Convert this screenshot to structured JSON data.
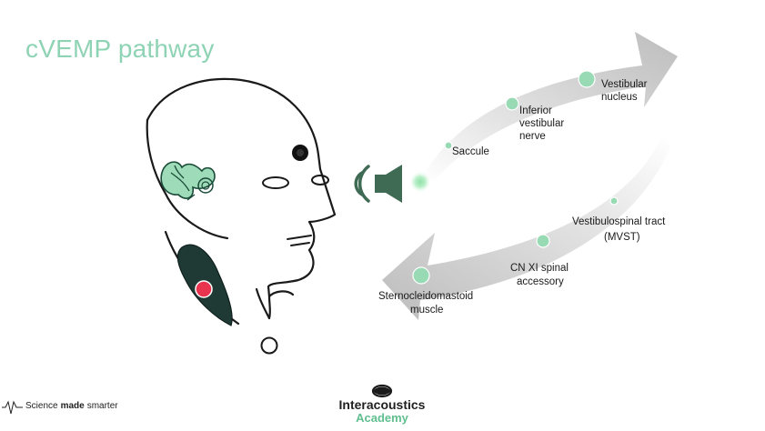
{
  "slide": {
    "title": "cVEMP pathway"
  },
  "labels": {
    "saccule": "Saccule",
    "inferior_1": "Inferior",
    "inferior_2": "vestibular",
    "inferior_3": "nerve",
    "vestibular_1": "Vestibular",
    "vestibular_2": "nucleus",
    "tract_1": "Vestibulospinal tract",
    "tract_2": "(MVST)",
    "cn_1": "CN XI spinal",
    "cn_2": "accessory",
    "scm_1": "Sternocleidomastoid",
    "scm_2": "muscle"
  },
  "footer": {
    "tagline_pre": "Science",
    "tagline_bold": "made",
    "tagline_post": "smarter",
    "brand_name": "Interacoustics",
    "brand_sub": "Academy"
  },
  "colors": {
    "title": "#8fd3b5",
    "speaker": "#3f6b55",
    "node": "#98dab4",
    "muscle": "#1f3a35",
    "marker": "#e8344f"
  }
}
